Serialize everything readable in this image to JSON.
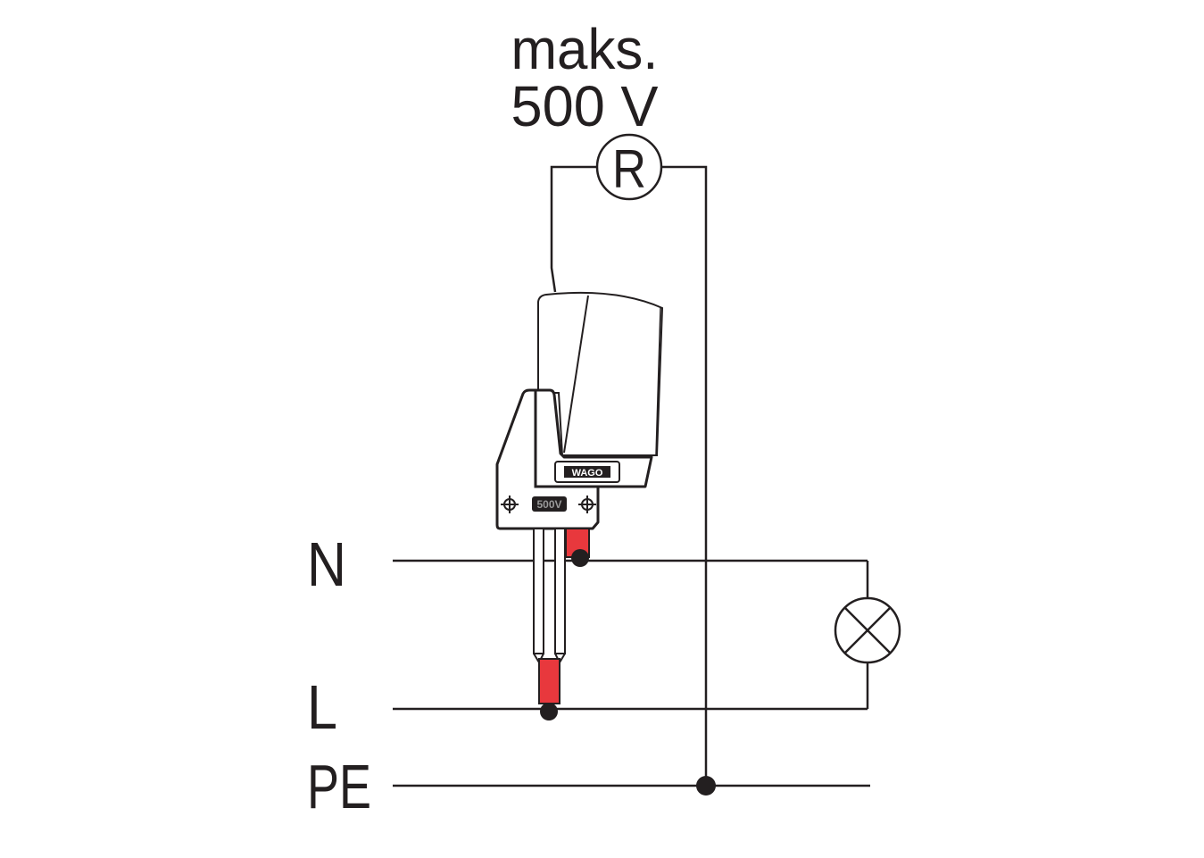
{
  "title": {
    "line1": "maks.",
    "line2": "500 V"
  },
  "resistor_symbol": "R",
  "lines": {
    "n": "N",
    "l": "L",
    "pe": "PE"
  },
  "connector": {
    "brand": "WAGO",
    "voltage_label": "500V"
  },
  "colors": {
    "ink": "#231f20",
    "red": "#e8383d"
  }
}
